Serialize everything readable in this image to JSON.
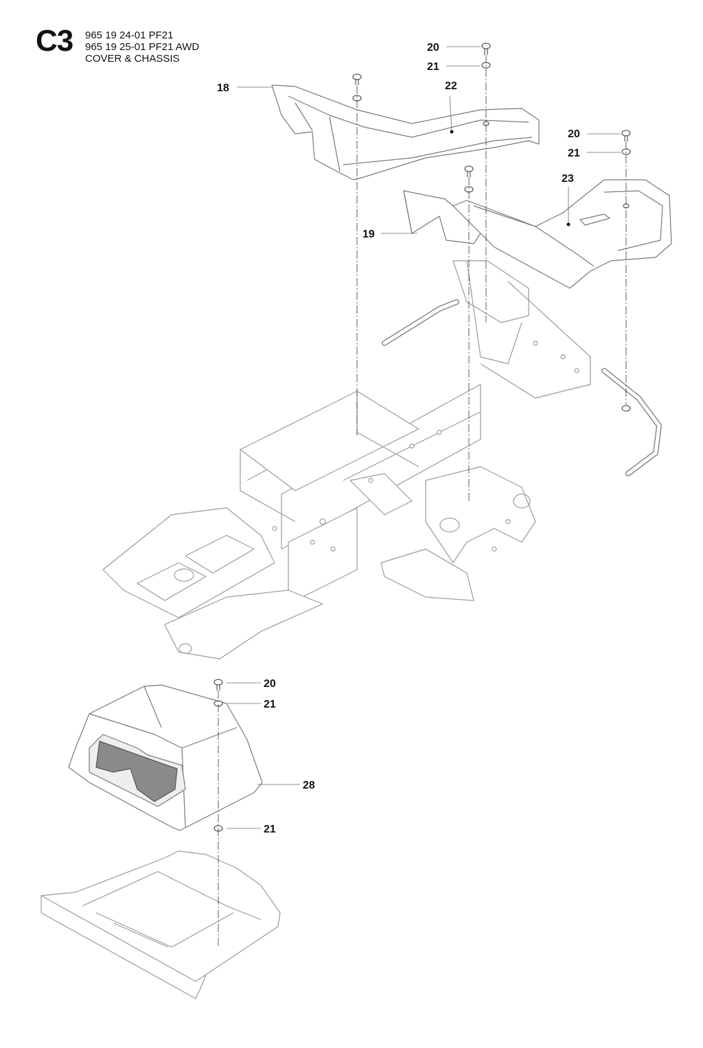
{
  "header": {
    "code": "C3",
    "lines": [
      "965 19 24-01 PF21",
      "965 19 25-01 PF21 AWD",
      "COVER & CHASSIS"
    ]
  },
  "callouts": {
    "c18": "18",
    "c19": "19",
    "c20a": "20",
    "c21a": "21",
    "c22": "22",
    "c20b": "20",
    "c21b": "21",
    "c23": "23",
    "c20c": "20",
    "c21c": "21",
    "c28": "28",
    "c21d": "21"
  }
}
